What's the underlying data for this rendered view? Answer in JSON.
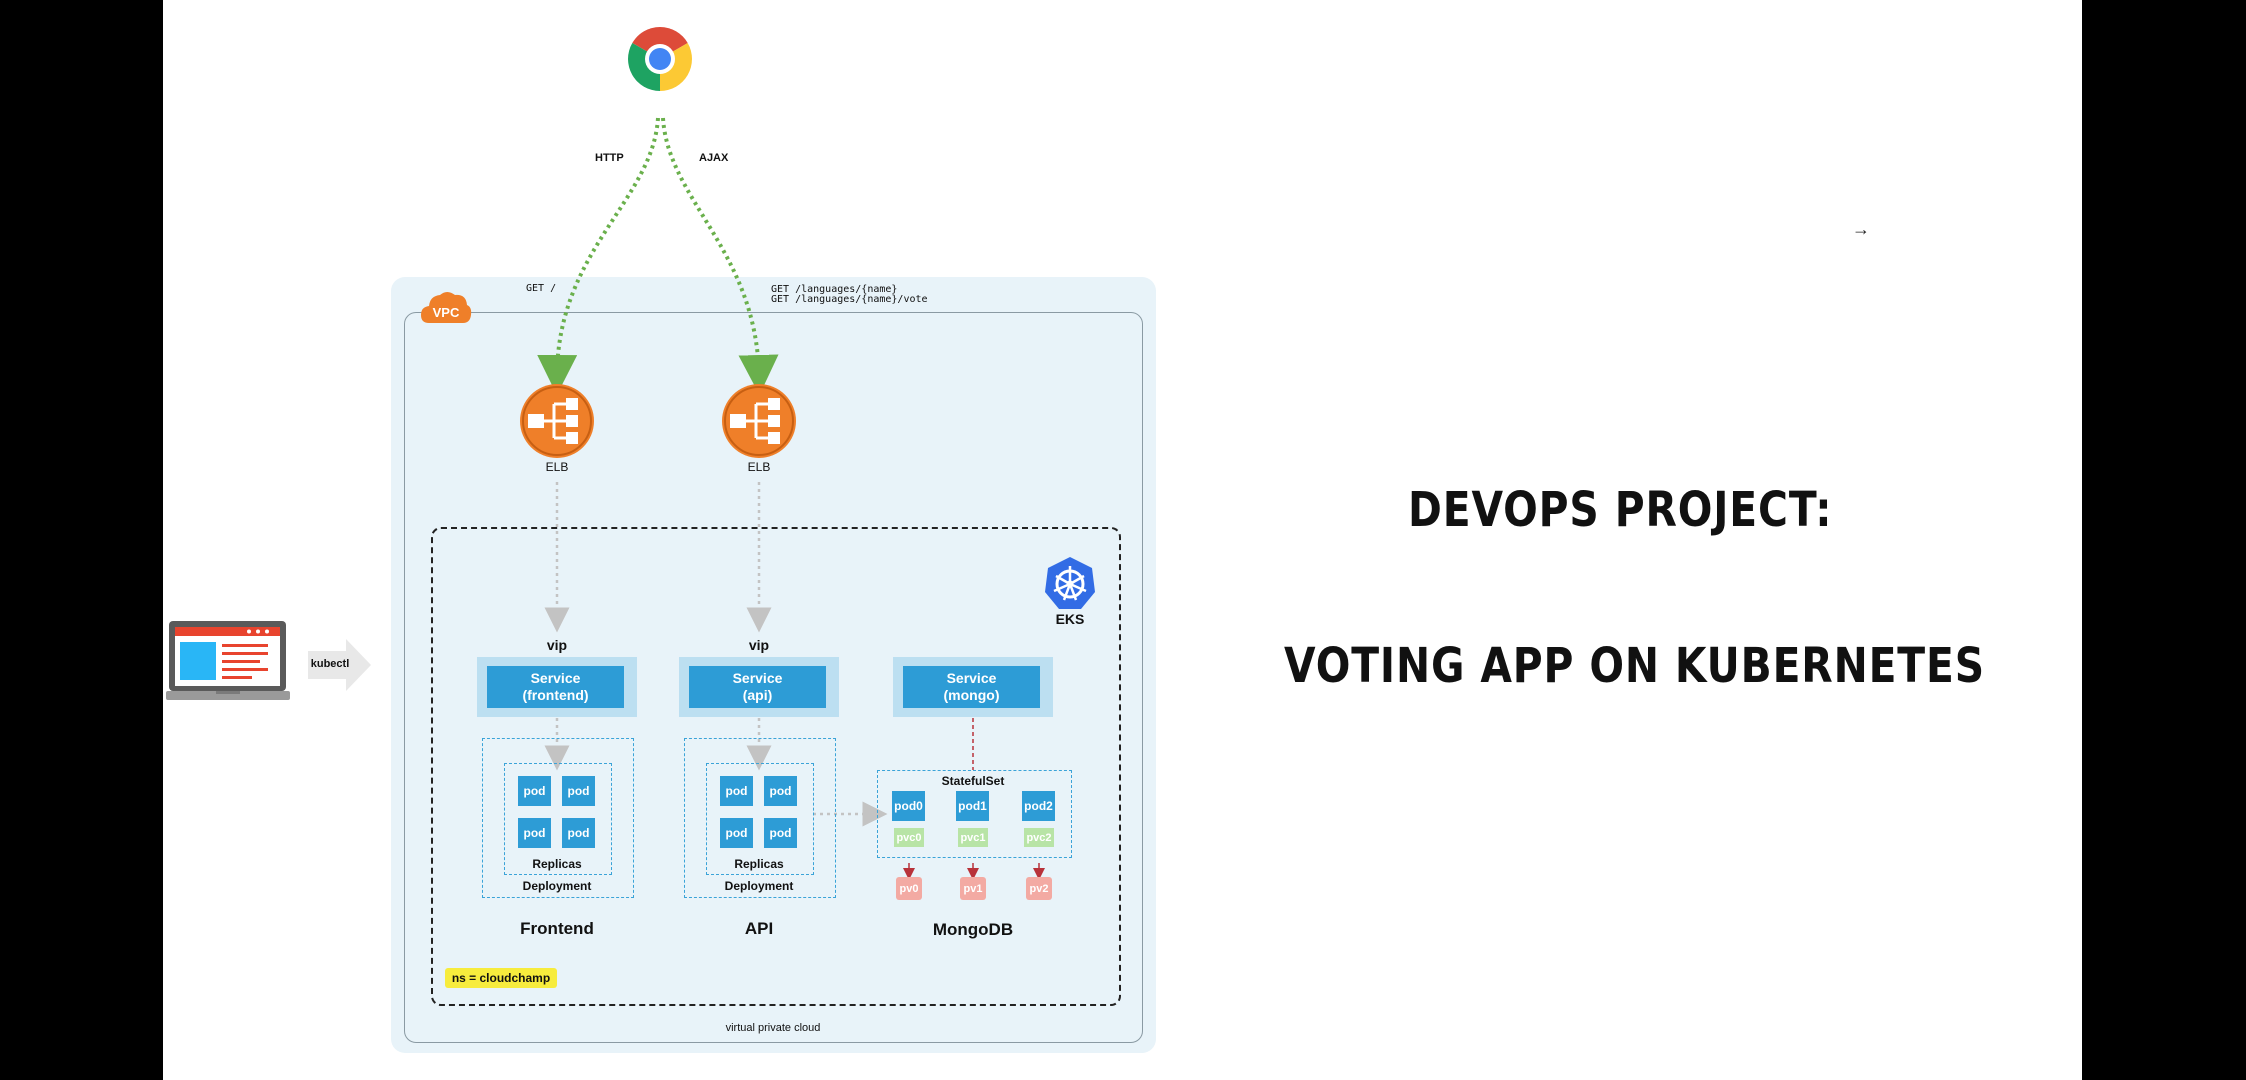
{
  "client": {
    "http_label": "HTTP",
    "ajax_label": "AJAX"
  },
  "requests": {
    "frontend_request": "GET /",
    "api_requests_line1": "GET /languages/{name}",
    "api_requests_line2": "GET /languages/{name}/vote"
  },
  "vpc": {
    "badge": "VPC",
    "caption": "virtual private cloud"
  },
  "elb": {
    "frontend_label": "ELB",
    "api_label": "ELB"
  },
  "eks": {
    "label": "EKS",
    "namespace": "ns = cloudchamp"
  },
  "kubectl": {
    "label": "kubectl"
  },
  "frontend": {
    "vip": "vip",
    "service_line1": "Service",
    "service_line2": "(frontend)",
    "pods": [
      "pod",
      "pod",
      "pod",
      "pod"
    ],
    "replicas": "Replicas",
    "deployment": "Deployment",
    "name": "Frontend"
  },
  "api": {
    "vip": "vip",
    "service_line1": "Service",
    "service_line2": "(api)",
    "pods": [
      "pod",
      "pod",
      "pod",
      "pod"
    ],
    "replicas": "Replicas",
    "deployment": "Deployment",
    "name": "API"
  },
  "mongo": {
    "service_line1": "Service",
    "service_line2": "(mongo)",
    "statefulset": "StatefulSet",
    "pods": [
      "pod0",
      "pod1",
      "pod2"
    ],
    "pvcs": [
      "pvc0",
      "pvc1",
      "pvc2"
    ],
    "pvs": [
      "pv0",
      "pv1",
      "pv2"
    ],
    "name": "MongoDB"
  },
  "headline": {
    "line1": "DevOps Project:",
    "line2": "Voting App on Kubernetes"
  },
  "colors": {
    "service_blue": "#2d9cd6",
    "elb_orange": "#ef7f29",
    "arrow_green": "#6ab04c",
    "ns_yellow": "#f7ec3d",
    "kubernetes_blue": "#326ce5"
  }
}
